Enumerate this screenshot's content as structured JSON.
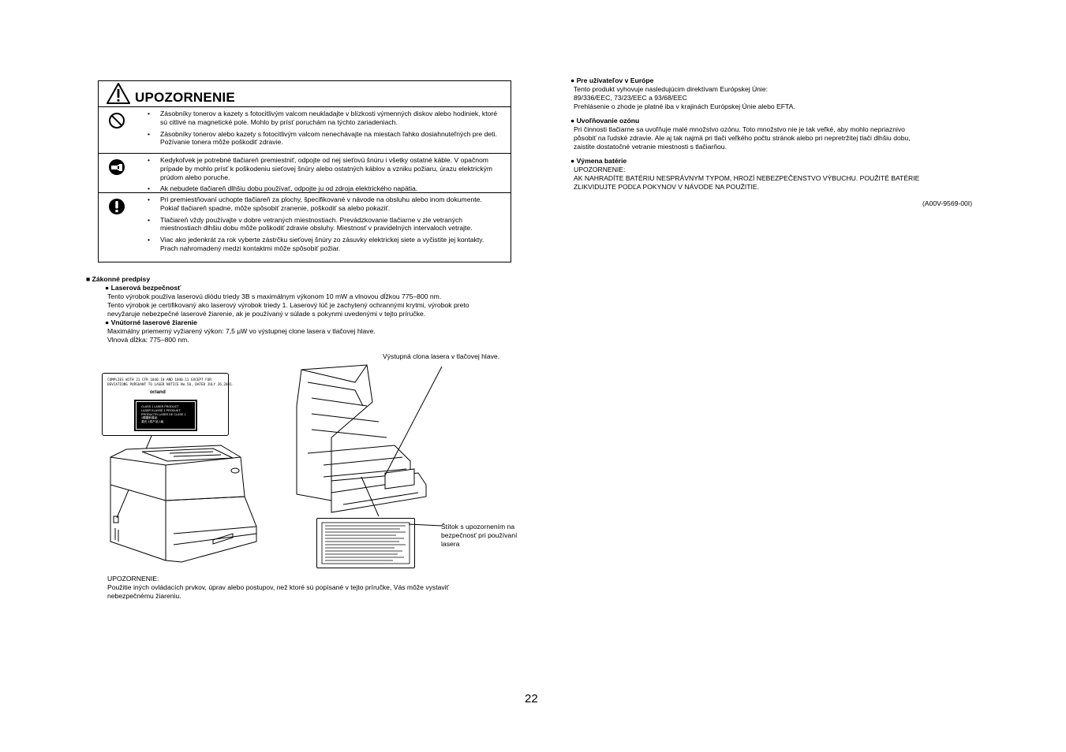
{
  "caution": {
    "title": "UPOZORNENIE",
    "rows": [
      {
        "icon": "prohibition-icon",
        "items": [
          "Zásobníky tonerov a kazety s fotocitlivým valcom neukladajte v blízkosti výmenných diskov alebo hodiniek, ktoré sú citlivé na magnetické pole. Mohlo by prísť poruchám na týchto zariadeniach.",
          "Zásobníky tonerov alebo kazety s fotocitlivým valcom nenechávajte na miestach ľahko dosiahnuteľných pre deti. Požívanie tonera môže poškodiť zdravie."
        ]
      },
      {
        "icon": "unplug-icon",
        "items": [
          "Kedykoľvek je potrebné tlačiareň premiestniť, odpojte od nej sieťovú šnúru i všetky ostatné káble. V opačnom prípade by mohlo prísť k poškodeniu sieťovej šnúry alebo ostatných káblov a vzniku požiaru, úrazu elektrickým prúdom alebo poruche.",
          "Ak nebudete tlačiareň dlhšiu dobu používať, odpojte ju od zdroja elektrického napätia."
        ]
      },
      {
        "icon": "exclamation-icon",
        "items": [
          "Pri premiestňovaní uchopte tlačiareň za plochy, špecifikované v návode na obsluhu alebo inom dokumente. Pokiaľ tlačiareň spadne, môže spôsobiť zranenie, poškodiť sa alebo pokaziť.",
          "Tlačiareň vždy používajte v dobre vetraných miestnostiach. Prevádzkovanie tlačiarne v zle vetraných miestnostiach dlhšiu dobu môže poškodiť zdravie obsluhy. Miestnosť v pravidelných intervaloch vetrajte.",
          "Viac ako jedenkrát za rok vyberte zástrčku sieťovej šnúry zo zásuvky elektrickej siete a vyčistite jej kontakty. Prach nahromadený medzi kontaktmi môže spôsobiť požiar."
        ]
      }
    ]
  },
  "legal": {
    "heading": "■ Zákonné predpisy",
    "laser_heading": "● Laserová bezpečnosť",
    "laser_lines": [
      "Tento výrobok používa laserovú diódu triedy 3B s maximálnym výkonom 10 mW a vlnovou dĺžkou 775–800 nm.",
      "Tento výrobok je certifikovaný ako laserový výrobok triedy 1. Laserový lúč je zachytený ochrannými krytmi, výrobok preto",
      "nevyžaruje nebezpečné laserové žiarenie, ak je používaný v súlade s pokynmi uvedenými v tejto príručke."
    ],
    "internal_heading": "● Vnútorné laserové žiarenie",
    "internal_lines": [
      "Maximálny priemerný vyžiarený výkon: 7,5 µW vo výstupnej clone lasera v tlačovej hlave.",
      "Vlnová dĺžka: 775–800 nm."
    ]
  },
  "figure": {
    "aperture_label": "Výstupná clona lasera v tlačovej hlave.",
    "warning_label_lines": [
      "Štítok s upozornením na",
      "bezpečnosť pri používaní",
      "lasera"
    ],
    "compliance_lines": [
      "COMPLIES WITH 21 CFR 1040.10 AND 1040.11 EXCEPT FOR",
      "DEVIATIONS PURSUANT TO LASER NOTICE No.50, DATED JULY 26,2001."
    ],
    "or_and": "or/and",
    "class_lines": [
      "CLASS 1 LASER PRODUCT",
      "LASER KLASSE 1 PRODUKT",
      "PRODUCTO LASER DE CLASE 1",
      "1類雷射產品",
      "激光 1类产品 1级"
    ]
  },
  "bottom_caution": {
    "title": "UPOZORNENIE:",
    "lines": [
      "Použitie iných ovládacích prvkov, úprav alebo postupov, než ktoré sú popísané v tejto príručke, Vás môže vystaviť",
      "nebezpečnému žiareniu."
    ]
  },
  "right": {
    "eu_heading": "● Pre užívateľov v Európe",
    "eu_lines": [
      "Tento produkt vyhovuje nasledujúcim direktívam Európskej Únie:",
      "89/336/EEC, 73/23/EEC a 93/68/EEC",
      "Prehlásenie o zhode je platné iba v krajinách Európskej Únie alebo EFTA."
    ],
    "ozone_heading": "● Uvoľňovanie ozónu",
    "ozone_lines": [
      "Pri činnosti tlačiarne sa uvoľňuje malé množstvo ozónu. Toto množstvo nie je tak veľké, aby mohlo nepriaznivo",
      "pôsobiť na ľudské zdravie. Ale aj tak najmä pri tlači veľkého počtu stránok alebo pri nepretržitej tlači dlhšiu dobu,",
      "zaistite dostatočné vetranie miestnosti s tlačiarňou."
    ],
    "battery_heading": "● Výmena batérie",
    "battery_lines": [
      "UPOZORNENIE:",
      "AK NAHRADÍTE BATÉRIU NESPRÁVNYM TYPOM, HROZÍ NEBEZPEČENSTVO VÝBUCHU. POUŽITÉ BATÉRIE",
      "ZLIKVIDUJTE PODĽA POKYNOV V NÁVODE NA POUŽITIE."
    ],
    "doc_code": "(A00V-9569-00I)"
  },
  "page_number": "22"
}
